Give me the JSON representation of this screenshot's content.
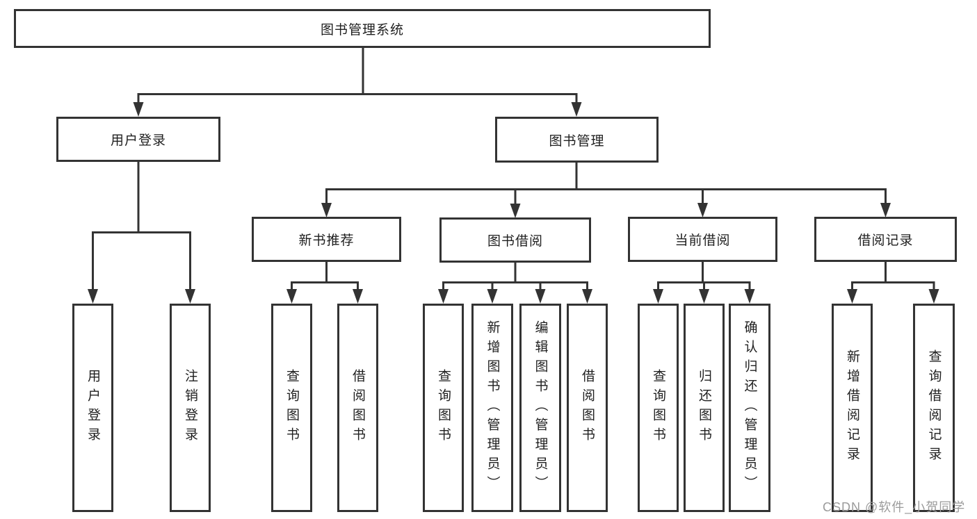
{
  "diagram": {
    "type": "function-structure-tree",
    "colors": {
      "line": "#333333",
      "box_border": "#333333",
      "box_fill": "#ffffff",
      "text": "#1f1f1f",
      "background": "#ffffff",
      "watermark": "#9b9b9b"
    },
    "tree": {
      "label": "图书管理系统",
      "children": [
        {
          "label": "用户登录",
          "children": [
            {
              "label": "用户登录"
            },
            {
              "label": "注销登录"
            }
          ]
        },
        {
          "label": "图书管理",
          "children": [
            {
              "label": "新书推荐",
              "children": [
                {
                  "label": "查询图书"
                },
                {
                  "label": "借阅图书"
                }
              ]
            },
            {
              "label": "图书借阅",
              "children": [
                {
                  "label": "查询图书"
                },
                {
                  "label": "新增图书（管理员）"
                },
                {
                  "label": "编辑图书（管理员）"
                },
                {
                  "label": "借阅图书"
                }
              ]
            },
            {
              "label": "当前借阅",
              "children": [
                {
                  "label": "查询图书"
                },
                {
                  "label": "归还图书"
                },
                {
                  "label": "确认归还（管理员）"
                }
              ]
            },
            {
              "label": "借阅记录",
              "children": [
                {
                  "label": "新增借阅记录"
                },
                {
                  "label": "查询借阅记录"
                }
              ]
            }
          ]
        }
      ]
    },
    "watermark": {
      "text": "CSDN @软件_小贺同学"
    }
  }
}
